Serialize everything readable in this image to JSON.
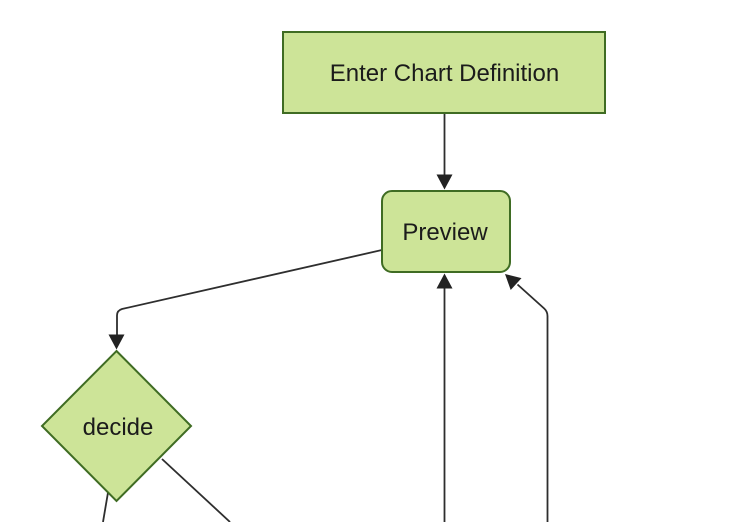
{
  "flowchart": {
    "background": "#ffffff",
    "nodes": [
      {
        "id": "enter-chart-definition",
        "label": "Enter Chart Definition",
        "shape": "rectangle"
      },
      {
        "id": "preview",
        "label": "Preview",
        "shape": "rounded-rectangle"
      },
      {
        "id": "decide",
        "label": "decide",
        "shape": "diamond"
      }
    ],
    "edges": [
      {
        "from": "enter-chart-definition",
        "to": "preview",
        "arrowhead": true
      },
      {
        "from": "preview",
        "to": "decide",
        "arrowhead": true
      },
      {
        "from": "offscreen-bottom",
        "to": "preview-bottom",
        "arrowhead": true
      },
      {
        "from": "offscreen-bottom",
        "to": "preview-bottom-right-corner",
        "arrowhead": true
      },
      {
        "from": "decide",
        "to": "offscreen-bottom-left",
        "arrowhead": false
      },
      {
        "from": "decide",
        "to": "offscreen-bottom-right",
        "arrowhead": false
      }
    ],
    "colors": {
      "node_fill": "#cde498",
      "node_border": "#3f6c23",
      "edge_line": "#2e2e2e",
      "arrowhead": "#222222",
      "label_text": "#1b1b1b",
      "background": "#ffffff"
    }
  }
}
